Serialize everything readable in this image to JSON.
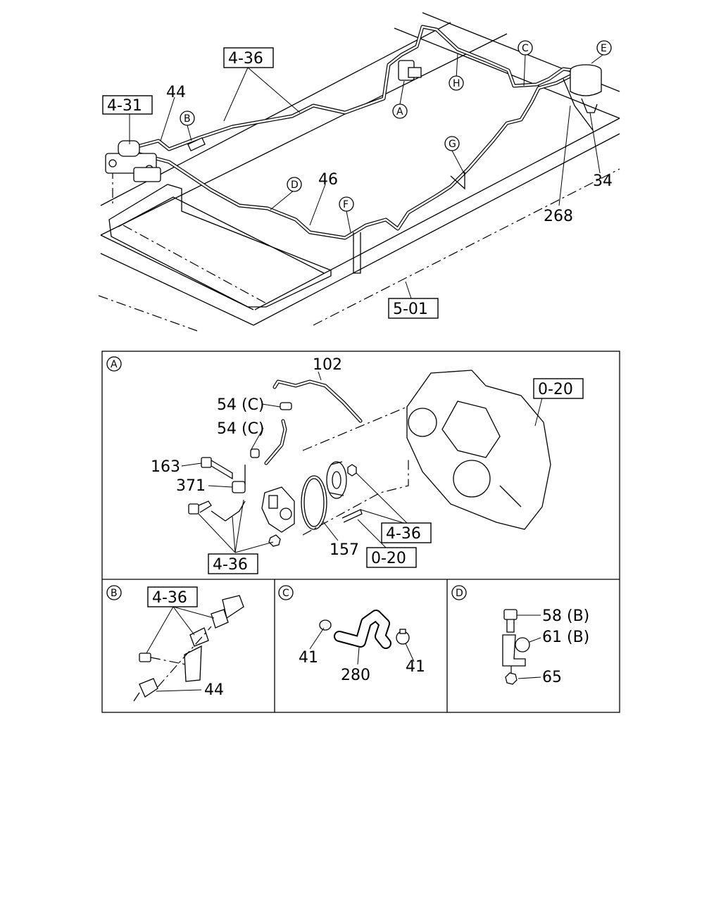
{
  "callouts": {
    "top": {
      "ref_4_36": "4-36",
      "ref_4_31": "4-31",
      "ref_5_01": "5-01",
      "n44": "44",
      "n46": "46",
      "n34": "34",
      "n268": "268",
      "cA": "A",
      "cB": "B",
      "cC": "C",
      "cD": "D",
      "cE": "E",
      "cF": "F",
      "cG": "G",
      "cH": "H"
    },
    "panel_a": {
      "marker": "A",
      "n102": "102",
      "n54c_1": "54 (C)",
      "n54c_2": "54 (C)",
      "n163": "163",
      "n371": "371",
      "n157": "157",
      "ref_0_20_top": "0-20",
      "ref_4_36_right": "4-36",
      "ref_4_36_bottom": "4-36",
      "ref_0_20_bottom": "0-20"
    },
    "panel_b": {
      "marker": "B",
      "ref_4_36": "4-36",
      "n44": "44"
    },
    "panel_c": {
      "marker": "C",
      "n41_left": "41",
      "n280": "280",
      "n41_right": "41"
    },
    "panel_d": {
      "marker": "D",
      "n58b": "58 (B)",
      "n61b": "61 (B)",
      "n65": "65"
    }
  }
}
